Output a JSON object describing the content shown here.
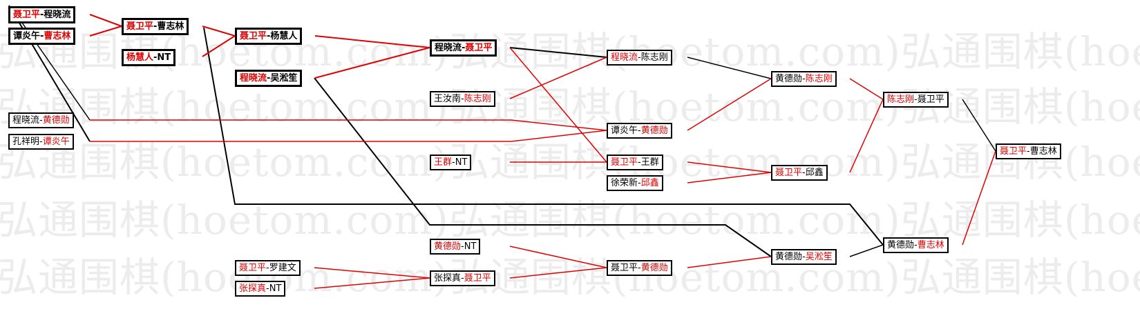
{
  "colors": {
    "win": "#e00000",
    "loss": "#000000",
    "watermark": "#ececec"
  },
  "watermark": {
    "text": "弘通围棋(hoetom.com)弘通围棋(hoetom.com)弘通围棋(hoetom.com)弘通围棋(ho"
  },
  "bracket": {
    "separator": "-",
    "matches": [
      {
        "id": "r1a",
        "p1": "聂卫平",
        "p2": "程晓流",
        "winner": 1
      },
      {
        "id": "r1b",
        "p1": "谭炎午",
        "p2": "曹志林",
        "winner": 2
      },
      {
        "id": "r1c",
        "p1": "程晓流",
        "p2": "黄德勋",
        "winner": 2
      },
      {
        "id": "r1d",
        "p1": "孔祥明",
        "p2": "谭炎午",
        "winner": 2
      },
      {
        "id": "r1e",
        "p1": "聂卫平",
        "p2": "罗建文",
        "winner": 1
      },
      {
        "id": "r1f",
        "p1": "张探真",
        "p2": "NT",
        "winner": 1
      },
      {
        "id": "r2a",
        "p1": "聂卫平",
        "p2": "曹志林",
        "winner": 1
      },
      {
        "id": "r2b",
        "p1": "杨慧人",
        "p2": "NT",
        "winner": 1
      },
      {
        "id": "r3a",
        "p1": "聂卫平",
        "p2": "杨慧人",
        "winner": 1
      },
      {
        "id": "r3b",
        "p1": "程晓流",
        "p2": "吴淞笙",
        "winner": 1
      },
      {
        "id": "r4a",
        "p1": "程晓流",
        "p2": "聂卫平",
        "winner": 2
      },
      {
        "id": "r4b",
        "p1": "王汝南",
        "p2": "陈志刚",
        "winner": 2
      },
      {
        "id": "r4c",
        "p1": "王群",
        "p2": "NT",
        "winner": 1
      },
      {
        "id": "r4d",
        "p1": "黄德勋",
        "p2": "NT",
        "winner": 1
      },
      {
        "id": "r4e",
        "p1": "张探真",
        "p2": "聂卫平",
        "winner": 2
      },
      {
        "id": "r5a",
        "p1": "程晓流",
        "p2": "陈志刚",
        "winner": 1
      },
      {
        "id": "r5b",
        "p1": "谭炎午",
        "p2": "黄德勋",
        "winner": 2
      },
      {
        "id": "r5c",
        "p1": "聂卫平",
        "p2": "王群",
        "winner": 1
      },
      {
        "id": "r5d",
        "p1": "徐荣新",
        "p2": "邱鑫",
        "winner": 2
      },
      {
        "id": "r5e",
        "p1": "聂卫平",
        "p2": "黄德勋",
        "winner": 2
      },
      {
        "id": "r6a",
        "p1": "黄德勋",
        "p2": "陈志刚",
        "winner": 2
      },
      {
        "id": "r6b",
        "p1": "聂卫平",
        "p2": "邱鑫",
        "winner": 1
      },
      {
        "id": "r6c",
        "p1": "黄德勋",
        "p2": "吴淞笙",
        "winner": 2
      },
      {
        "id": "r7a",
        "p1": "陈志刚",
        "p2": "聂卫平",
        "winner": 1
      },
      {
        "id": "r7b",
        "p1": "黄德勋",
        "p2": "曹志林",
        "winner": 2
      },
      {
        "id": "final",
        "p1": "聂卫平",
        "p2": "曹志林",
        "winner": 1
      }
    ]
  }
}
